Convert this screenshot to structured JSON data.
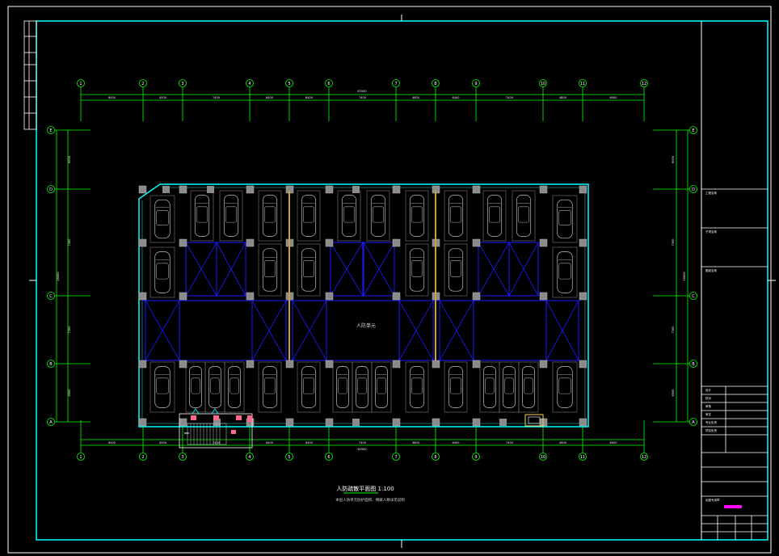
{
  "drawing": {
    "title": "人防疏散平面图 1:100",
    "subtitle": "本层人防单元防护面积、掩蔽人数详见说明",
    "center_label": "人防单元",
    "axes_top": [
      "1",
      "2",
      "3",
      "4",
      "5",
      "6",
      "7",
      "8",
      "9",
      "10",
      "11",
      "12"
    ],
    "axes_side": [
      "E",
      "D",
      "C",
      "B",
      "A"
    ],
    "total_dim": "62500",
    "side_total_dim": "26600",
    "span_dims": [
      "6000",
      "4500",
      "7400",
      "6400",
      "6400",
      "7400",
      "4800",
      "6400",
      "7400",
      "4800",
      "6000"
    ],
    "side_span_dims": [
      "6000",
      "7300",
      "7300",
      "6000"
    ]
  },
  "title_block": {
    "fields": [
      "工程名称",
      "子项名称",
      "图纸名称",
      "设计",
      "校对",
      "审核",
      "审定",
      "专业负责",
      "项目负责"
    ],
    "stamp": "出图专用章"
  },
  "colors": {
    "frame": "#00ffff",
    "axis": "#00ff00",
    "wall": "#00ffff",
    "column": "#8a8a8a",
    "car": "#a9a9a9",
    "cross": "#1a1aff",
    "stamp": "#ff00ff",
    "stair_mark": "#ff6a8a"
  }
}
